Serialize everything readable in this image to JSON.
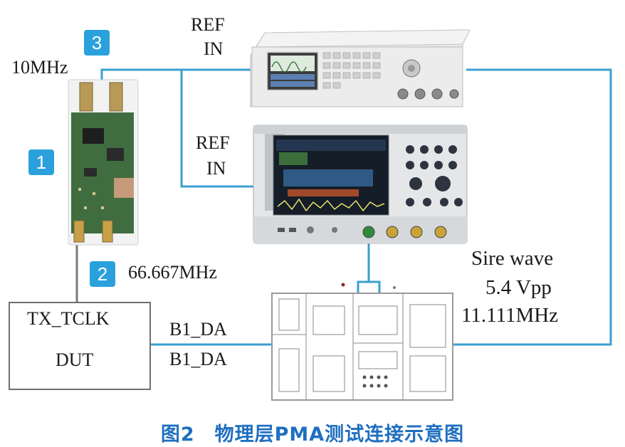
{
  "badges": {
    "one": "1",
    "two": "2",
    "three": "3"
  },
  "labels": {
    "freq_10mhz": "10MHz",
    "freq_66mhz": "66.667MHz",
    "ref_in_top_1": "REF",
    "ref_in_top_2": "IN",
    "ref_in_mid_1": "REF",
    "ref_in_mid_2": "IN",
    "sine_line1": "Sire wave",
    "sine_line2": "5.4 Vpp",
    "sine_line3": "11.111MHz",
    "b1_da_top": "B1_DA",
    "b1_da_bottom": "B1_DA"
  },
  "dut": {
    "line1": "TX_TCLK",
    "line2": "DUT"
  },
  "caption": "图2　物理层PMA测试连接示意图",
  "colors": {
    "wire": "#3a9fd0",
    "badge": "#2aa1dc",
    "caption": "#1f6fc0"
  }
}
